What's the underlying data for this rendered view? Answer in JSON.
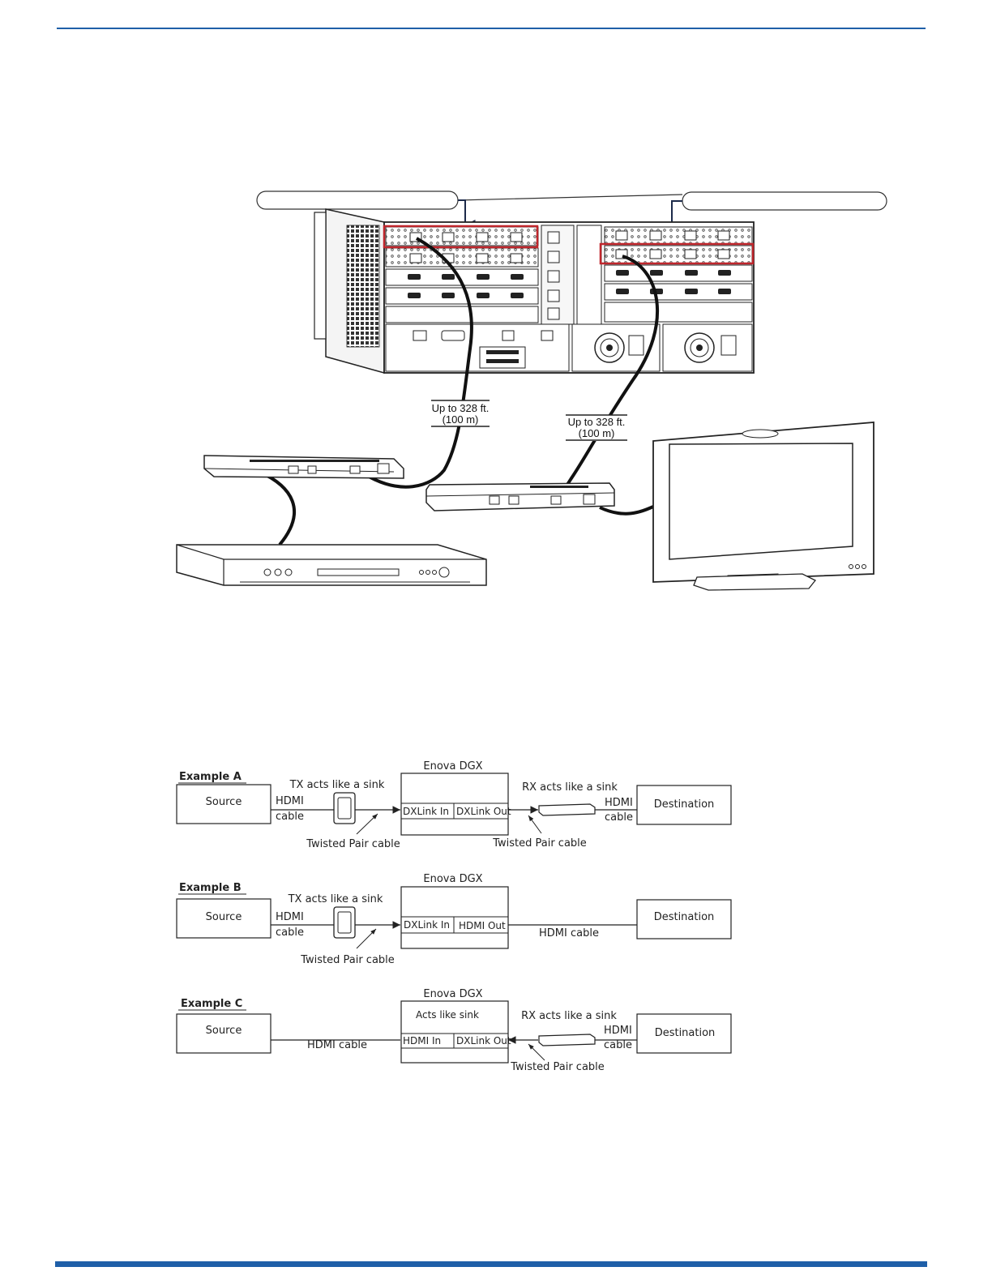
{
  "hardware_diagram": {
    "callout_left_label": "",
    "callout_right_label": "",
    "cable_length_left": [
      "Up to 328 ft.",
      "(100 m)"
    ],
    "cable_length_right": [
      "Up to 328 ft.",
      "(100 m)"
    ]
  },
  "examples": [
    {
      "title": "Example A",
      "switcher_label": "Enova DGX",
      "source": "Source",
      "destination": "Destination",
      "source_cable": [
        "HDMI",
        "cable"
      ],
      "dest_cable": [
        "HDMI",
        "cable"
      ],
      "tx_label": "TX acts like a sink",
      "rx_label": "RX acts like a sink",
      "port_in": "DXLink In",
      "port_out": "DXLink Out",
      "tp_left": "Twisted Pair cable",
      "tp_right": "Twisted Pair cable"
    },
    {
      "title": "Example B",
      "switcher_label": "Enova DGX",
      "source": "Source",
      "destination": "Destination",
      "source_cable": [
        "HDMI",
        "cable"
      ],
      "tx_label": "TX acts like a sink",
      "port_in": "DXLink In",
      "port_out": "HDMI Out",
      "tp_left": "Twisted Pair cable",
      "out_cable": "HDMI cable"
    },
    {
      "title": "Example C",
      "switcher_label": "Enova DGX",
      "source": "Source",
      "destination": "Destination",
      "in_cable": "HDMI cable",
      "switcher_note": "Acts like sink",
      "rx_label": "RX acts like a sink",
      "port_in": "HDMI In",
      "port_out": "DXLink Out",
      "dest_cable": [
        "HDMI",
        "cable"
      ],
      "tp_right": "Twisted Pair cable"
    }
  ],
  "colors": {
    "rule": "#1f5fa8",
    "highlight": "#c0262c",
    "arrow": "#1c2a4a"
  }
}
